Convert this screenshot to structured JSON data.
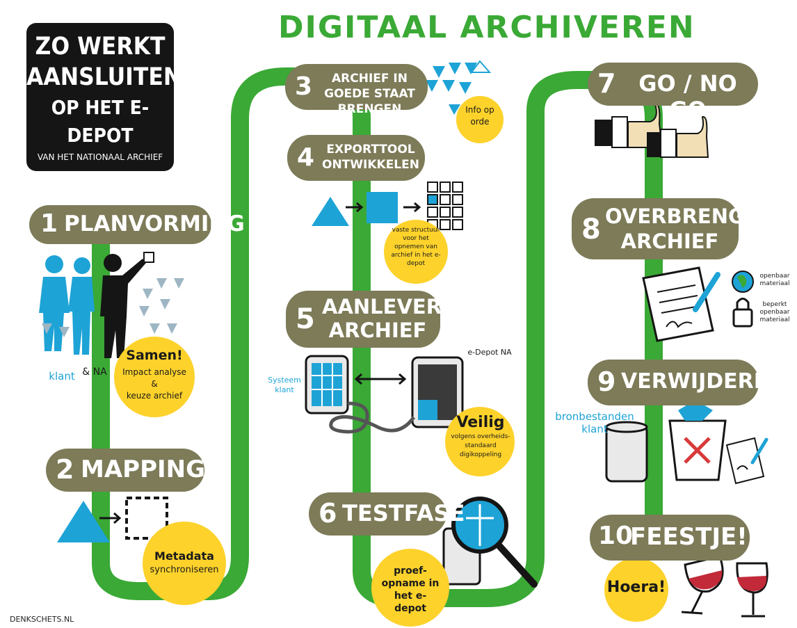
{
  "title": "DIGITAAL ARCHIVEREN",
  "intro": {
    "line1": "ZO WERKT",
    "line2": "AANSLUITEN",
    "line3": "OP HET E-DEPOT",
    "sub": "VAN HET NATIONAAL ARCHIEF"
  },
  "steps": [
    {
      "num": "1",
      "label": "PLANVORMING"
    },
    {
      "num": "2",
      "label": "MAPPING"
    },
    {
      "num": "3",
      "label": "ARCHIEF IN GOEDE STAAT BRENGEN"
    },
    {
      "num": "4",
      "label": "EXPORTTOOL ONTWIKKELEN"
    },
    {
      "num": "5",
      "label": "AANLEVEREN ARCHIEF"
    },
    {
      "num": "6",
      "label": "TESTFASE"
    },
    {
      "num": "7",
      "label": "GO / NO GO"
    },
    {
      "num": "8",
      "label": "OVERBRENGEN ARCHIEF"
    },
    {
      "num": "9",
      "label": "VERWIJDEREN"
    },
    {
      "num": "10",
      "label": "FEESTJE!"
    }
  ],
  "notes": {
    "samen": "Samen!",
    "impact": "Impact analyse",
    "amp": "&",
    "keuze": "keuze archief",
    "klant": "klant",
    "na": "& NA",
    "metadata": "Metadata",
    "synchroniseren": "synchroniseren",
    "info": "Info op orde",
    "vaste": "vaste structuur voor het opnemen van archief in het e-depot",
    "systeem": "Systeem klant",
    "edepot": "e-Depot NA",
    "veilig": "Veilig",
    "volgens": "volgens overheids-standaard digikoppeling",
    "proef": "proef-opname in het e-depot",
    "openbaar": "openbaar materiaal",
    "beperkt": "beperkt openbaar materiaal",
    "bron": "bronbestanden klant",
    "hoera": "Hoera!"
  },
  "credit": "DENKSCHETS.NL",
  "colors": {
    "green": "#3aa935",
    "olive": "#7d7b58",
    "yellow": "#fdd22b",
    "blue": "#1ea3d6",
    "black": "#151515"
  },
  "icons": [
    "people-icon",
    "triangle-icon",
    "square-icon",
    "grid-icon",
    "cylinder-icon",
    "server-icon",
    "cable-icon",
    "magnifier-icon",
    "thumbs-up-icon",
    "document-pen-icon",
    "globe-icon",
    "lock-icon",
    "trash-bin-icon",
    "wine-glass-icon"
  ]
}
